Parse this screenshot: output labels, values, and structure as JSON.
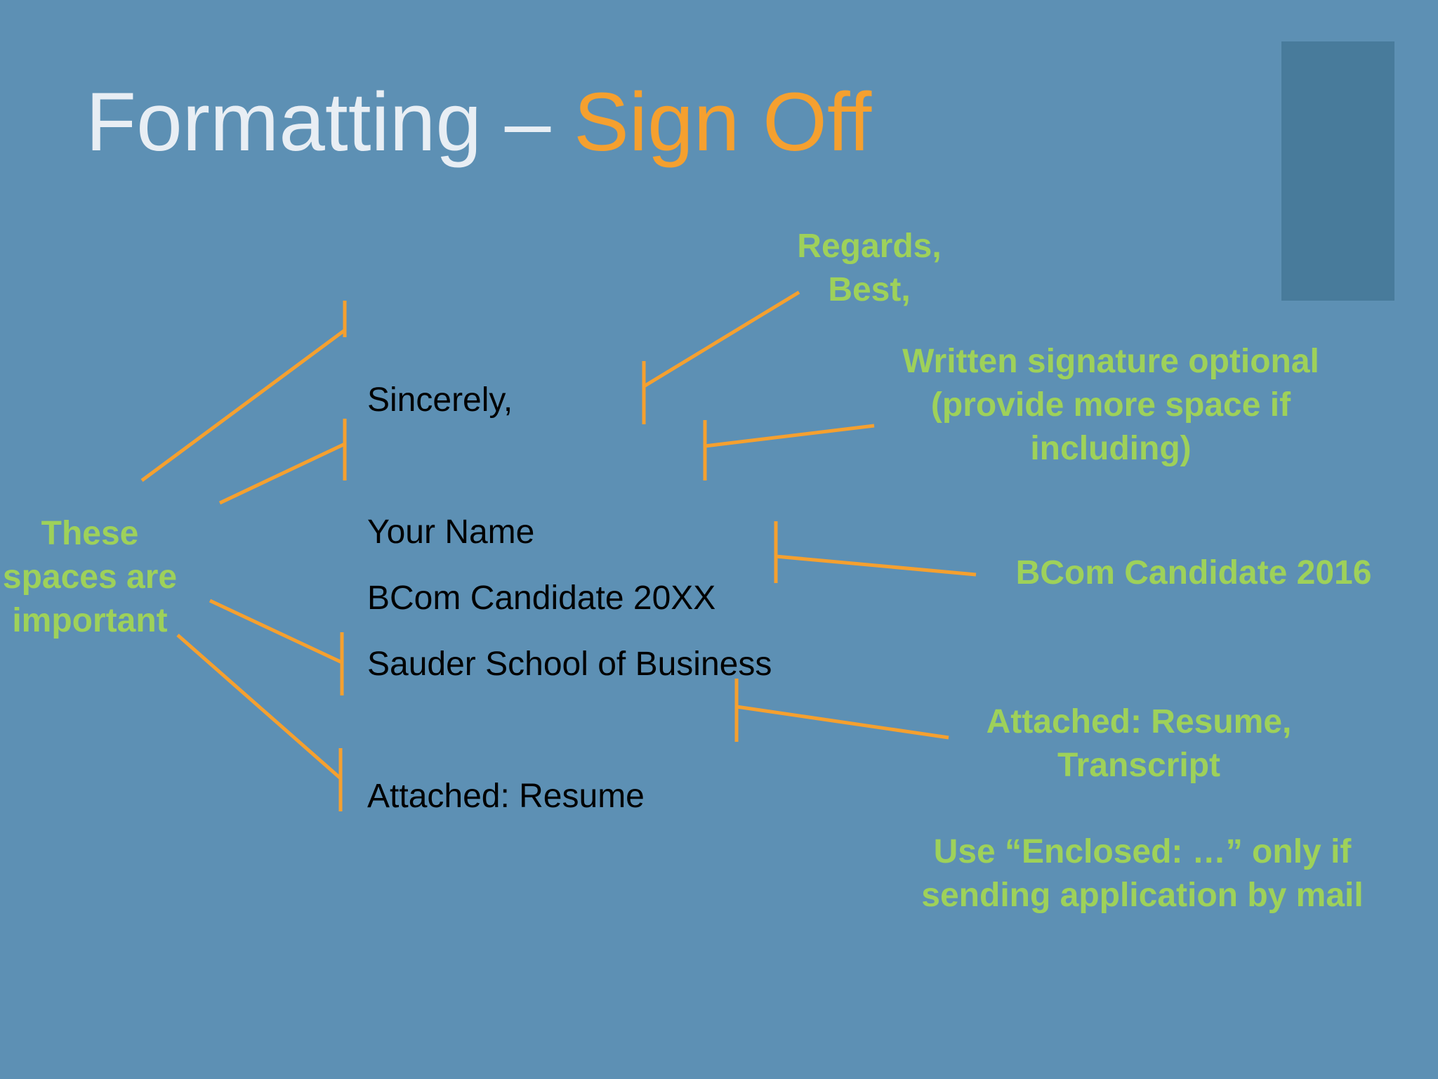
{
  "title": {
    "main": "Formatting – ",
    "accent": "Sign Off"
  },
  "letter": {
    "closing": "Sincerely,",
    "name": "Your Name",
    "degree": "BCom Candidate 20XX",
    "school": "Sauder School of Business",
    "attached": "Attached: Resume"
  },
  "notes": {
    "spaces": [
      "These",
      "spaces are",
      "important"
    ],
    "closing_alternatives": [
      "Regards,",
      "Best,"
    ],
    "signature": [
      "Written signature optional",
      "(provide more space if",
      "including)"
    ],
    "degree_example": "BCom Candidate 2016",
    "attachments_example": [
      "Attached: Resume,",
      "Transcript"
    ],
    "enclosed": [
      "Use “Enclosed: …” only if",
      "sending application by mail"
    ]
  },
  "colors": {
    "background": "#5d90b4",
    "title_text": "#e8eef4",
    "title_accent": "#f5a02f",
    "connector": "#f5a02f",
    "note_text": "#9ed15a",
    "accent_block": "#487b9b"
  }
}
